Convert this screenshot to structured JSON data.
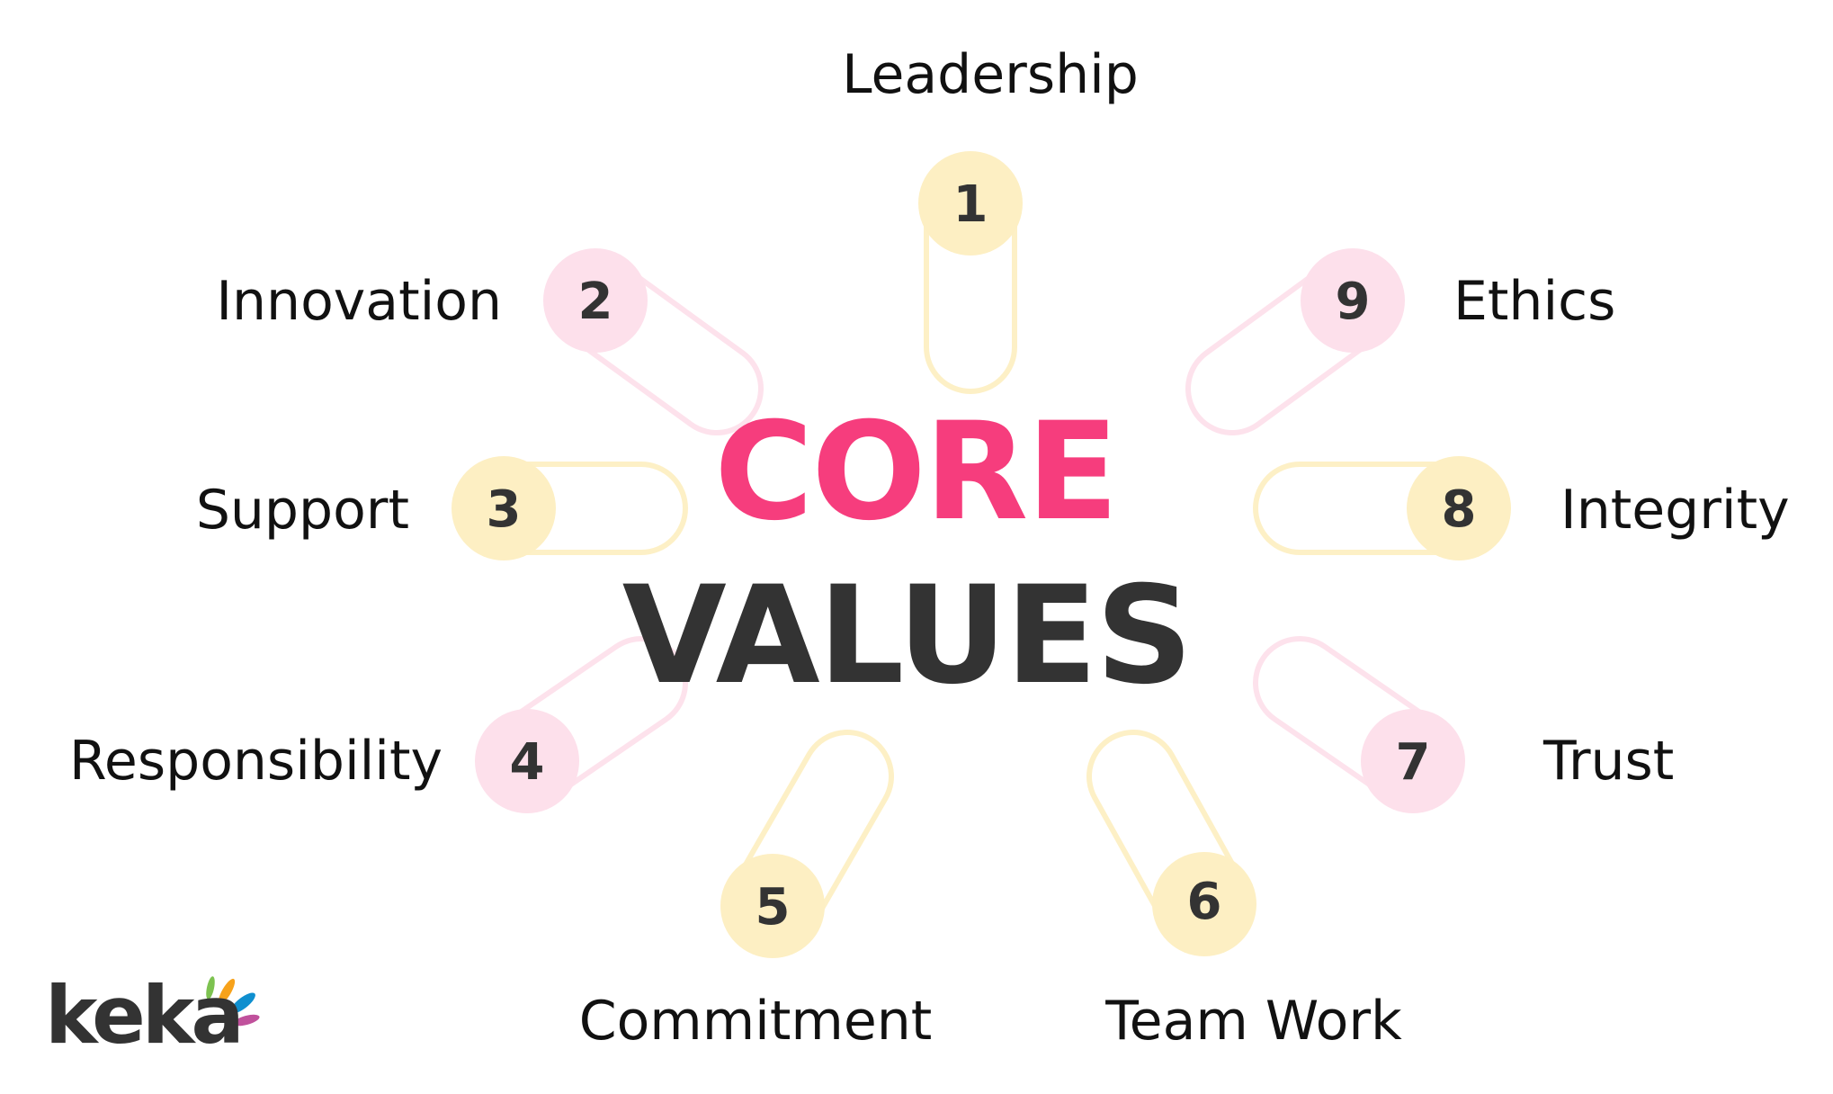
{
  "title": {
    "line1": "CORE",
    "line2": "VALUES",
    "line1_color": "#f63d7d",
    "line2_color": "#333333"
  },
  "colors": {
    "yellow_fill": "#fdefc3",
    "yellow_stroke": "#fdf0c6",
    "pink_fill": "#fde0eb",
    "pink_stroke": "#fde2ec",
    "number_text": "#333333",
    "label_text": "#111111"
  },
  "values": [
    {
      "number": "1",
      "label": "Leadership",
      "color": "yellow"
    },
    {
      "number": "2",
      "label": "Innovation",
      "color": "pink"
    },
    {
      "number": "3",
      "label": "Support",
      "color": "yellow"
    },
    {
      "number": "4",
      "label": "Responsibility",
      "color": "pink"
    },
    {
      "number": "5",
      "label": "Commitment",
      "color": "yellow"
    },
    {
      "number": "6",
      "label": "Team Work",
      "color": "yellow"
    },
    {
      "number": "7",
      "label": "Trust",
      "color": "pink"
    },
    {
      "number": "8",
      "label": "Integrity",
      "color": "yellow"
    },
    {
      "number": "9",
      "label": "Ethics",
      "color": "pink"
    }
  ],
  "logo": {
    "text": "keka",
    "ray_colors": [
      "#7dc250",
      "#f7a21b",
      "#0f8fcf",
      "#c0519c"
    ]
  }
}
